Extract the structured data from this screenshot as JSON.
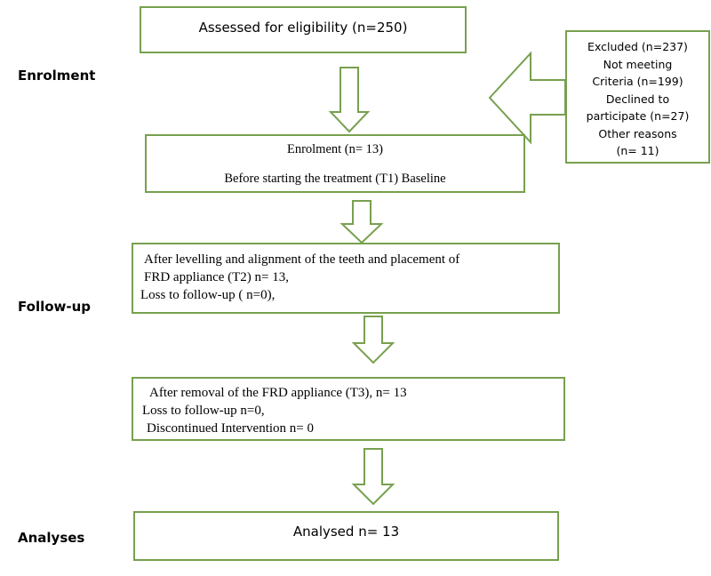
{
  "stages": {
    "enrolment": "Enrolment",
    "follow_up": "Follow-up",
    "analyses": "Analyses"
  },
  "boxes": {
    "assessed": "Assessed for eligibility (n=250)",
    "excluded": [
      "Excluded (n=237)",
      "Not meeting",
      "Criteria (n=199)",
      "Declined to",
      "participate (n=27)",
      "Other reasons",
      "(n= 11)"
    ],
    "enrolment": [
      "Enrolment (n= 13)",
      "Before starting the treatment (T1) Baseline"
    ],
    "t2": [
      "After levelling and alignment of the teeth and placement of",
      "FRD appliance (T2)  n= 13,",
      "Loss to follow-up ( n=0),"
    ],
    "t3": [
      "After removal of the FRD appliance (T3), n= 13",
      "Loss to follow-up n=0,",
      "Discontinued Intervention n= 0"
    ],
    "analysed": "Analysed n= 13"
  },
  "colors": {
    "border": "#77a04f"
  }
}
